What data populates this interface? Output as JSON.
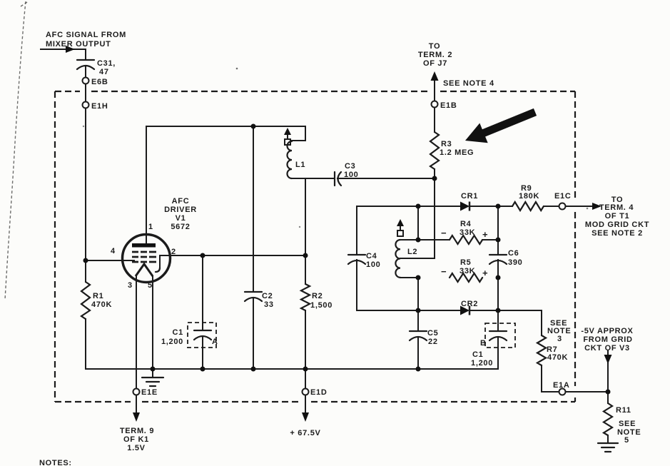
{
  "diagram": {
    "type": "schematic",
    "description": "AFC driver vacuum-tube discriminator circuit, scanned engineering schematic",
    "input": {
      "line1": "AFC SIGNAL FROM",
      "line2": "MIXER OUTPUT"
    },
    "tube": {
      "name": "AFC",
      "role": "DRIVER",
      "designator": "V1",
      "part": "5672",
      "pins": {
        "p1": "1",
        "p2": "2",
        "p3": "3",
        "p4": "4",
        "p5": "5"
      }
    },
    "components": {
      "c31": {
        "ref": "C31,",
        "value": "47"
      },
      "r1": {
        "ref": "R1",
        "value": "470K"
      },
      "c1a": {
        "ref": "C1",
        "value": "1,200"
      },
      "c2": {
        "ref": "C2",
        "value": "33"
      },
      "r2": {
        "ref": "R2",
        "value": "1,500"
      },
      "l1": {
        "ref": "L1"
      },
      "c3": {
        "ref": "C3",
        "value": "100"
      },
      "r3": {
        "ref": "R3",
        "value": "1.2 MEG"
      },
      "c4": {
        "ref": "C4",
        "value": "100"
      },
      "l2": {
        "ref": "L2"
      },
      "r4": {
        "ref": "R4",
        "value": "33K"
      },
      "r5": {
        "ref": "R5",
        "value": "33K"
      },
      "cr1": {
        "ref": "CR1"
      },
      "cr2": {
        "ref": "CR2"
      },
      "c6": {
        "ref": "C6",
        "value": "390"
      },
      "r9": {
        "ref": "R9",
        "value": "180K"
      },
      "c5": {
        "ref": "C5",
        "value": "22"
      },
      "c1b": {
        "ref": "C1",
        "value": "1,200"
      },
      "r7": {
        "ref": "R7",
        "value": "470K"
      },
      "r11": {
        "ref": "R11"
      }
    },
    "insets": {
      "a": "A",
      "b": "B"
    },
    "polarity": {
      "minus": "−",
      "plus": "+"
    },
    "terminals": {
      "e6b": "E6B",
      "e1h": "E1H",
      "e1b": "E1B",
      "e1c": "E1C",
      "e1a": "E1A",
      "e1e": "E1E",
      "e1d": "E1D"
    },
    "destinations": {
      "j7": {
        "l1": "TO",
        "l2": "TERM. 2",
        "l3": "OF J7"
      },
      "t1": {
        "l1": "TO",
        "l2": "TERM. 4",
        "l3": "OF T1",
        "l4": "MOD GRID CKT",
        "l5": "SEE NOTE 2"
      },
      "k1": {
        "l1": "TERM. 9",
        "l2": "OF K1",
        "l3": "1.5V"
      },
      "v3": {
        "l1": "-5V APPROX",
        "l2": "FROM GRID",
        "l3": "CKT OF V3"
      },
      "b_plus": "+ 67.5V"
    },
    "note_refs": {
      "note4": "SEE NOTE 4",
      "note3": {
        "l1": "SEE",
        "l2": "NOTE",
        "l3": "3"
      },
      "note5": {
        "l1": "SEE",
        "l2": "NOTE",
        "l3": "5"
      }
    },
    "notes_heading": "NOTES:"
  }
}
